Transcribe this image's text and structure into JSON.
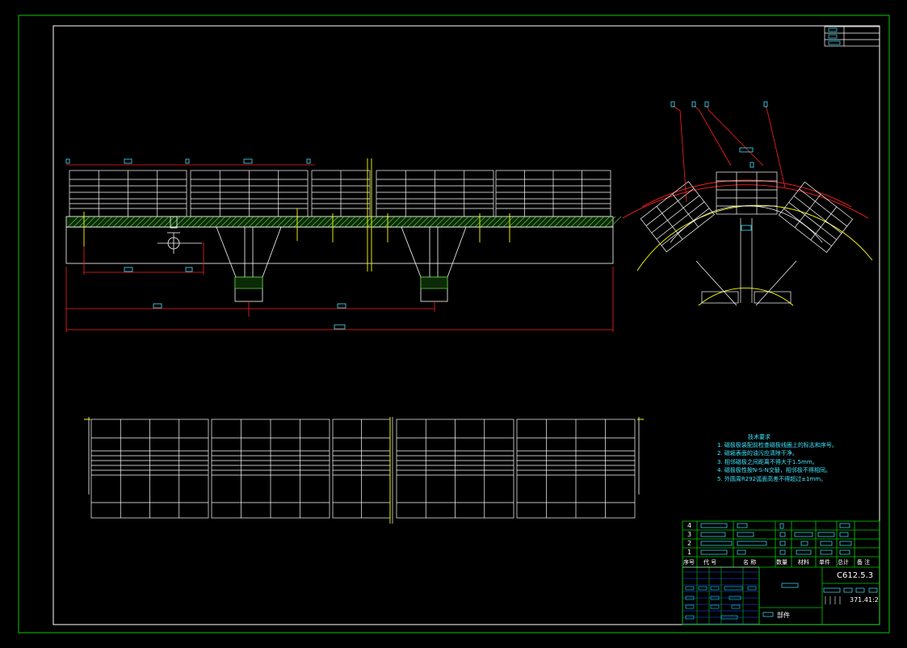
{
  "tech_notes": {
    "title": "技术要求",
    "lines": [
      "1. 磁极极装配前检查磁极线圈上的标志和序号。",
      "2. 磁轭表面的油污应清除干净。",
      "3. 相邻磁极之间距离不得大于1.5mm。",
      "4. 磁极极性按N-S-N交替，相邻极不得相同。",
      "5. 外圆周R292弧面高差不得超过±1mm。"
    ]
  },
  "title_block": {
    "row_numbers": [
      "4",
      "3",
      "2",
      "1"
    ],
    "headers": [
      "序号",
      "代 号",
      "名   称",
      "数量",
      "材料",
      "单件",
      "总计",
      "备 注"
    ],
    "drawing_code": "C612.5.3",
    "weight_text": "371.4",
    "scale_text": "1:2",
    "part_name": "部件"
  },
  "colors": {
    "background": "#000000",
    "frame": "#ffffff",
    "border": "#00cc00",
    "lines": "#ffffff",
    "dimension": "#ff2020",
    "centerline": "#ffff00",
    "text": "#00e5ff",
    "hatch": "#5ad13a"
  }
}
